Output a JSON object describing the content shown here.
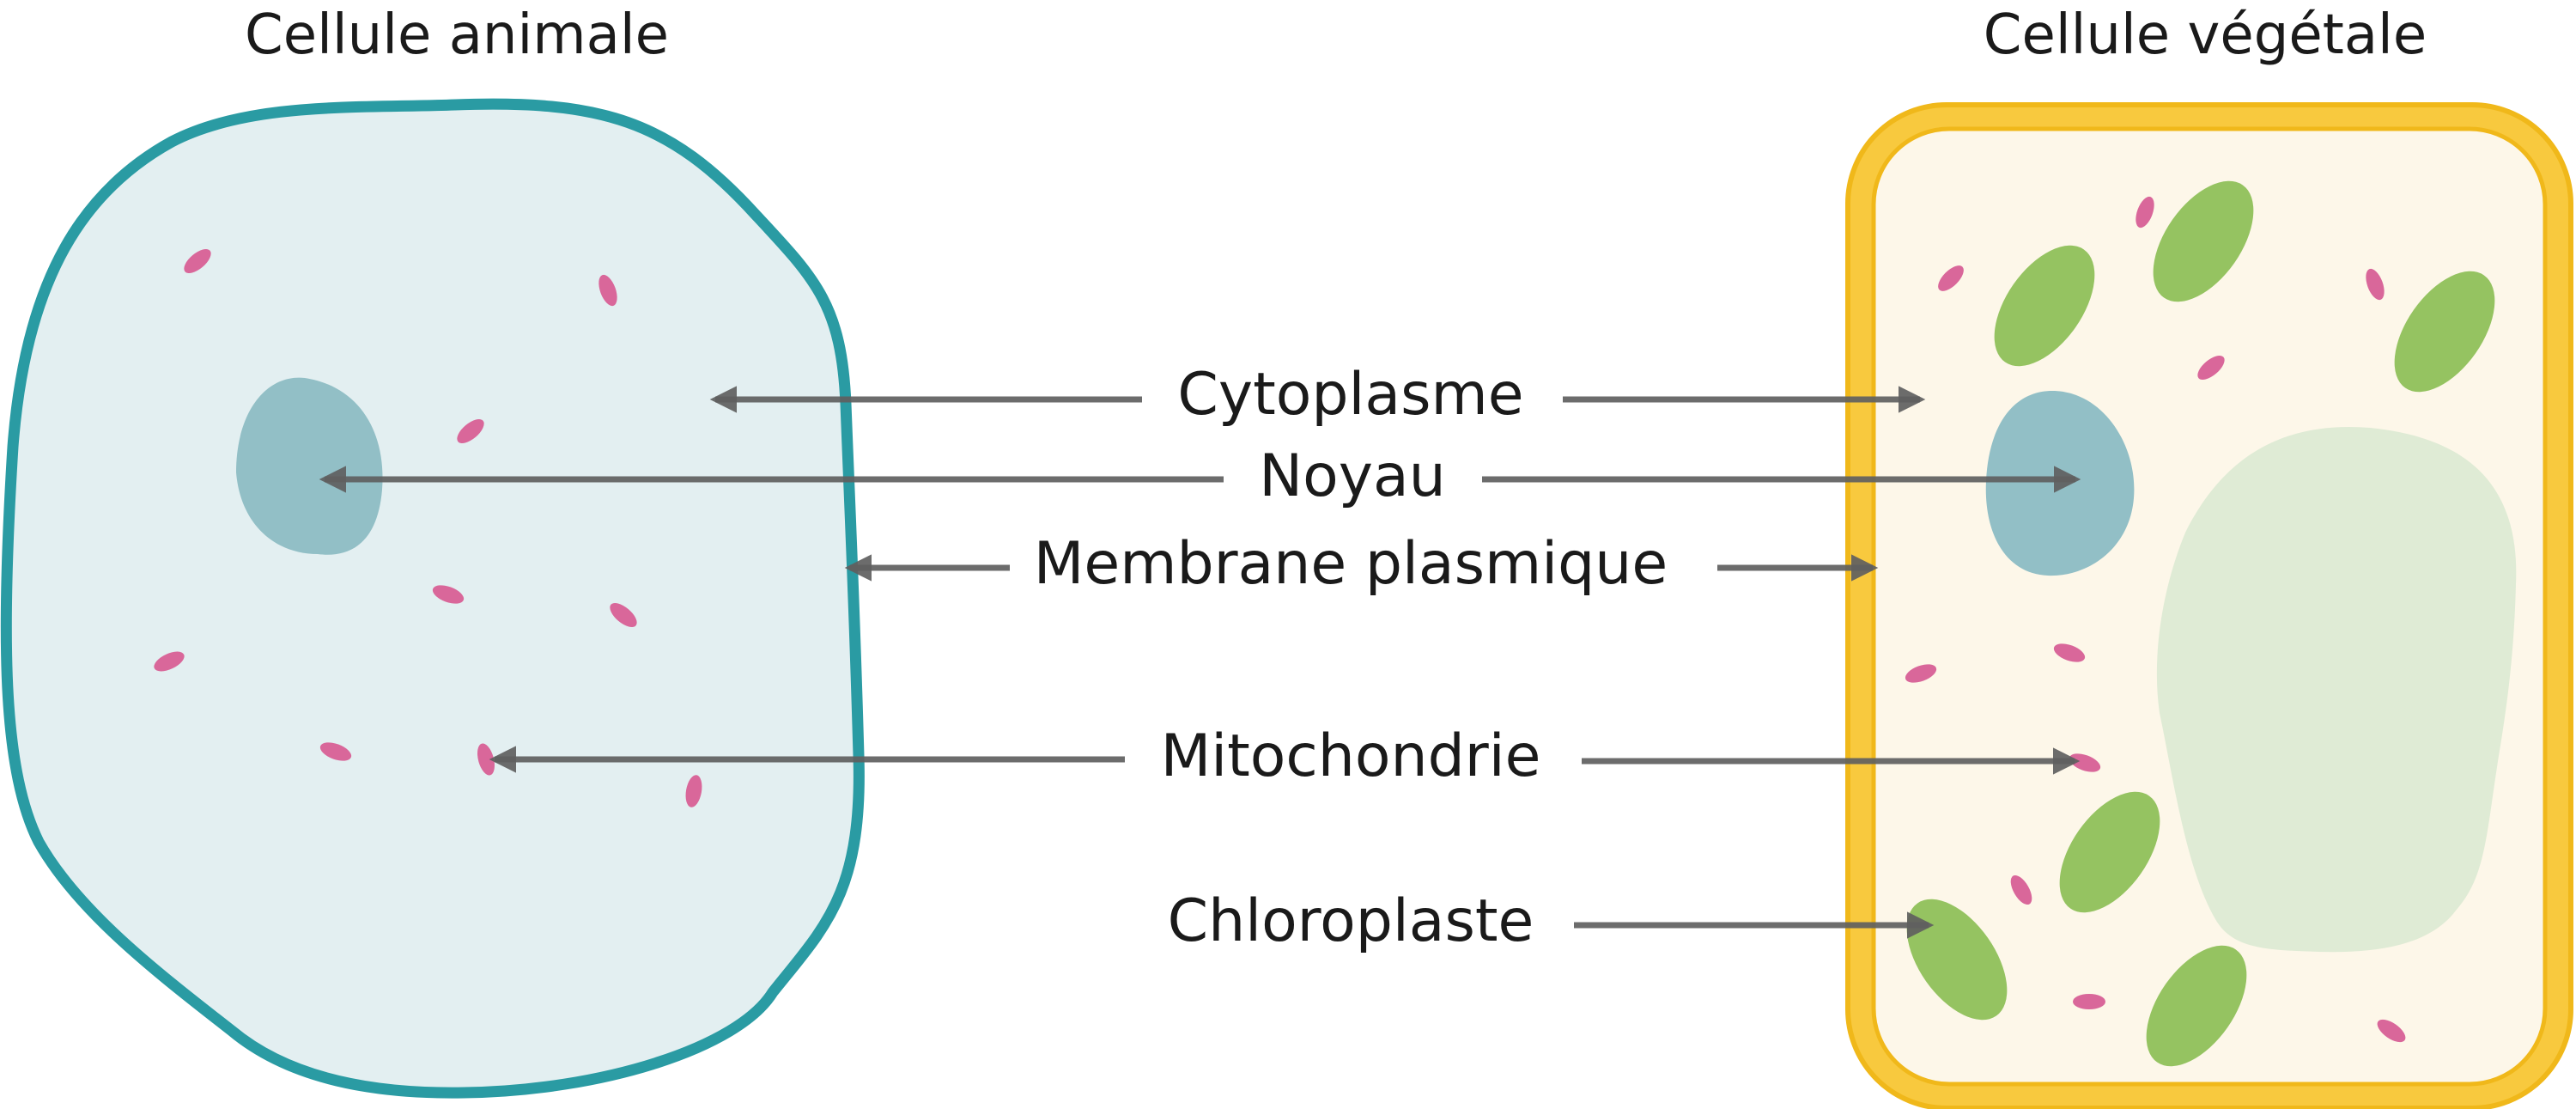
{
  "titles": {
    "animal": "Cellule animale",
    "plant": "Cellule végétale"
  },
  "labels": {
    "cytoplasm": "Cytoplasme",
    "nucleus": "Noyau",
    "membrane": "Membrane plasmique",
    "mitochondria": "Mitochondrie",
    "chloroplast": "Chloroplaste"
  },
  "colors": {
    "animal_membrane": "#2a9ba3",
    "animal_cytoplasm": "#e3eff1",
    "nucleus": "#92bfc6",
    "mitochondria": "#d9679a",
    "cell_wall": "#f8c93e",
    "cell_wall_outline": "#f0b81a",
    "plant_cytoplasm": "#fdf7e9",
    "vacuole": "#dfebd5",
    "chloroplast": "#95c361",
    "arrow": "#5f5f5f"
  }
}
